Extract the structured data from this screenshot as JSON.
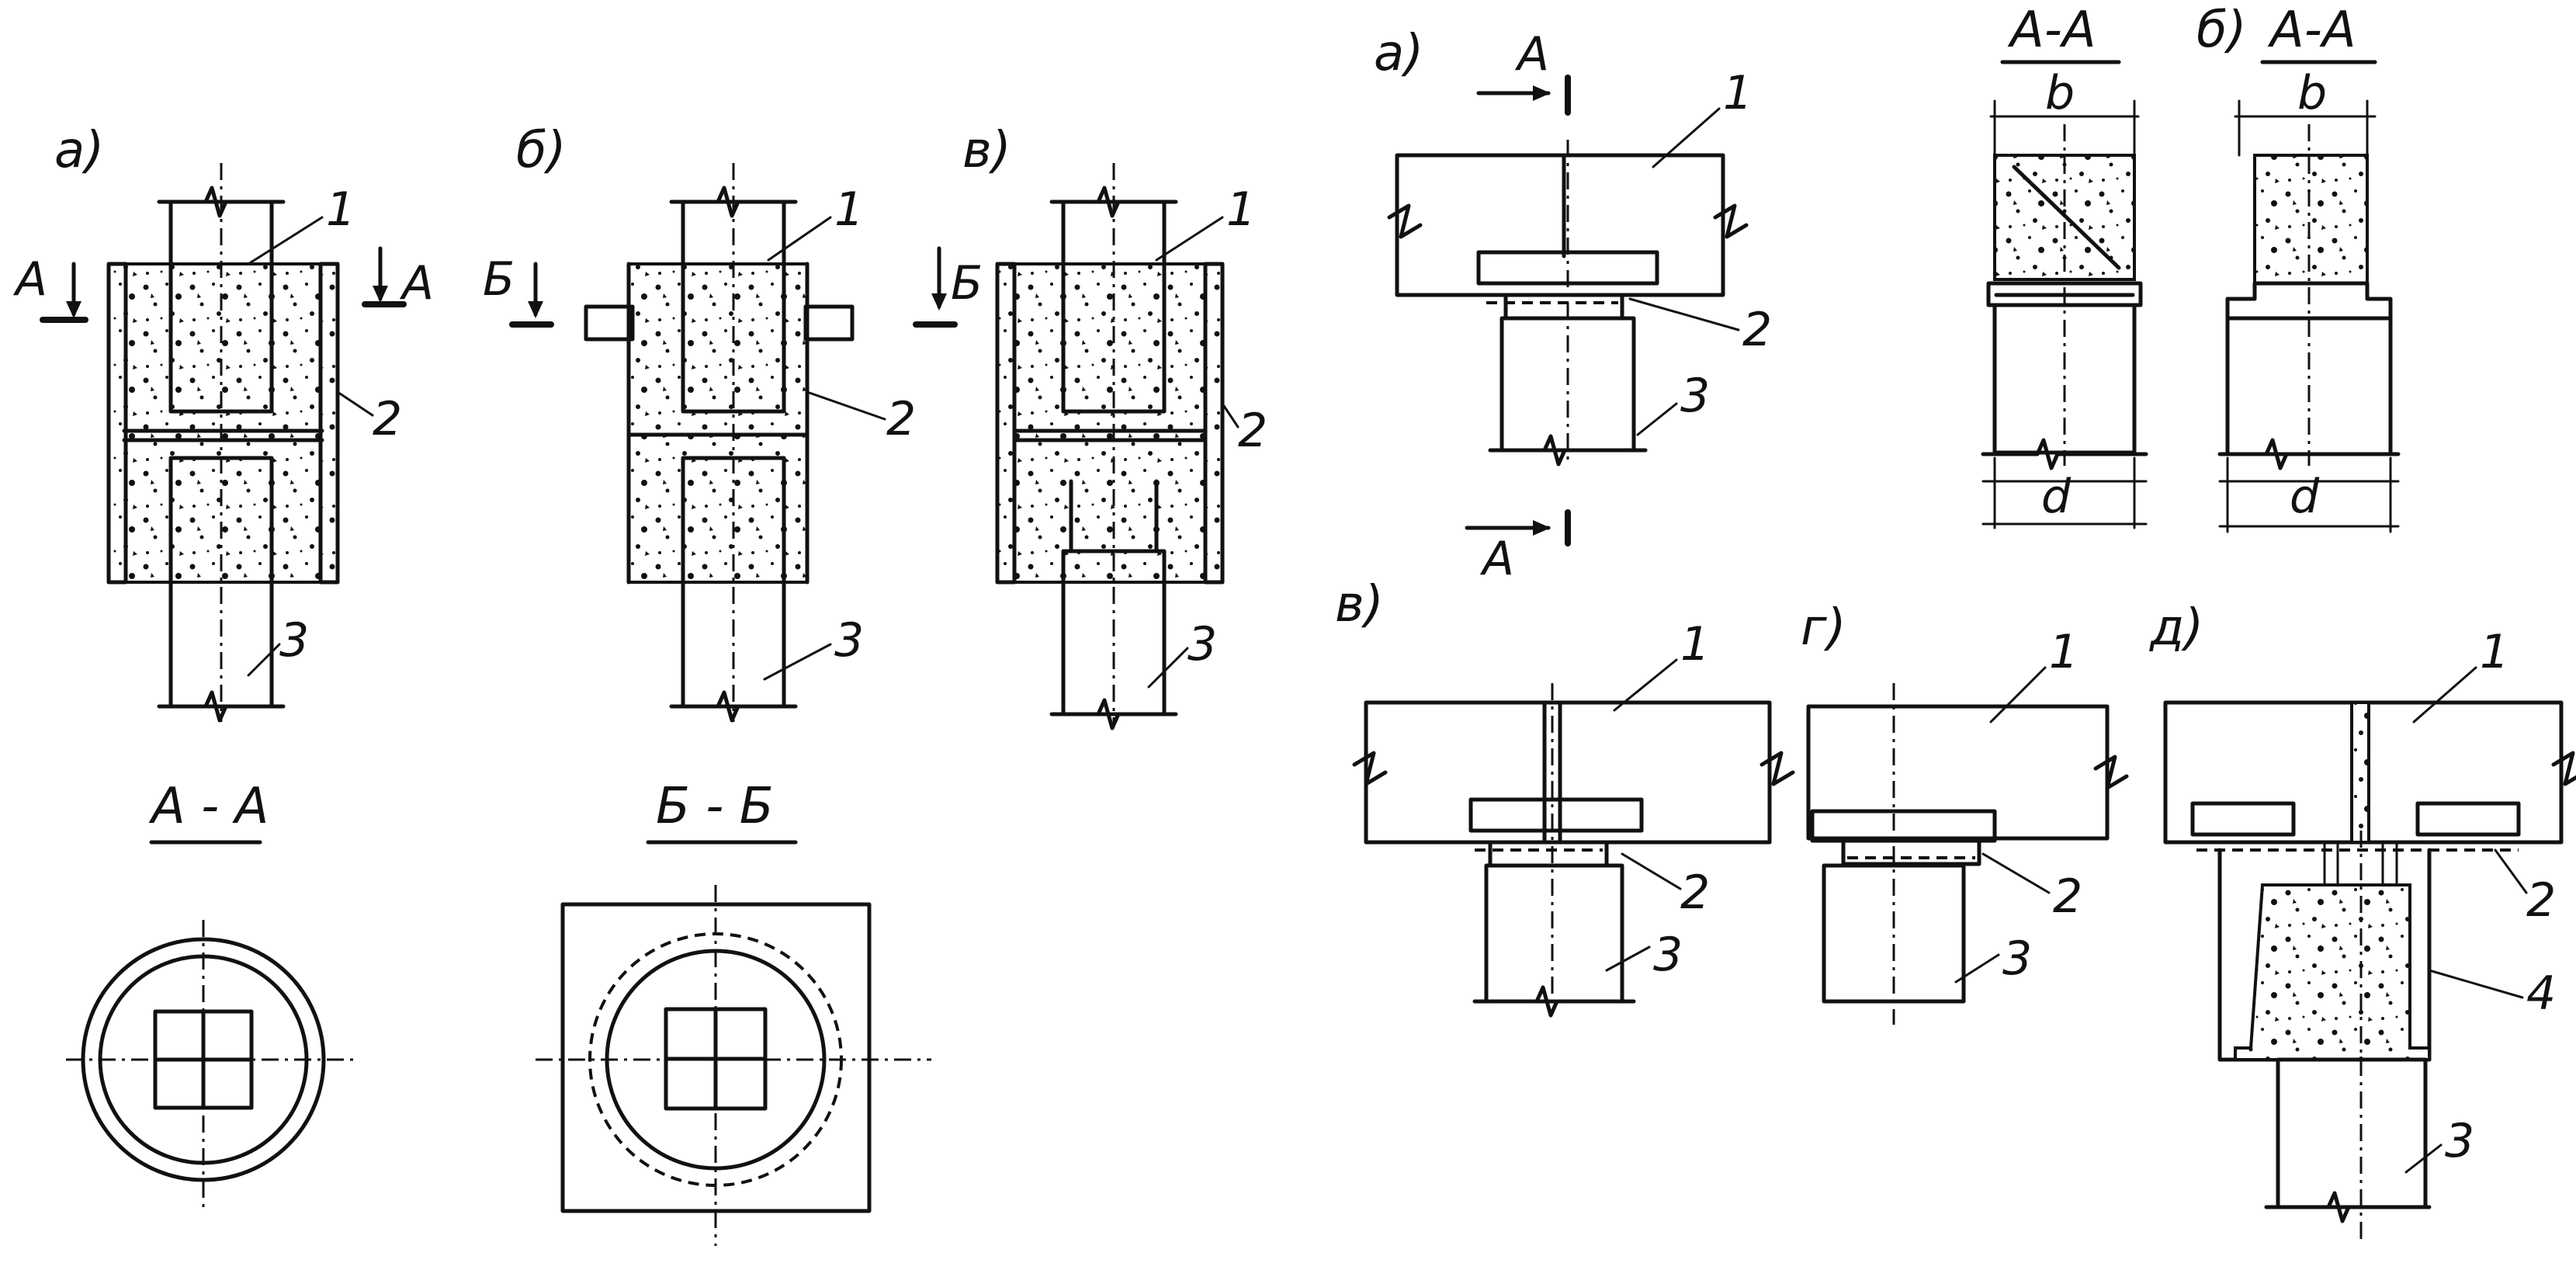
{
  "left_figure": {
    "panels": {
      "a": "а)",
      "b": "б)",
      "v": "в)"
    },
    "section_marks": {
      "a": "А",
      "b": "Б"
    },
    "callouts": {
      "one": "1",
      "two": "2",
      "three": "3"
    },
    "section_titles": {
      "aa": "А - А",
      "bb": "Б - Б"
    }
  },
  "right_figure": {
    "panels": {
      "a": "а)",
      "b": "б)",
      "v": "в)",
      "g": "г)",
      "d": "д)"
    },
    "section_mark": "А",
    "section_titles": {
      "aa": "А-А"
    },
    "dimensions": {
      "b": "b",
      "d": "d"
    },
    "callouts": {
      "one": "1",
      "two": "2",
      "three": "3",
      "four": "4"
    }
  }
}
